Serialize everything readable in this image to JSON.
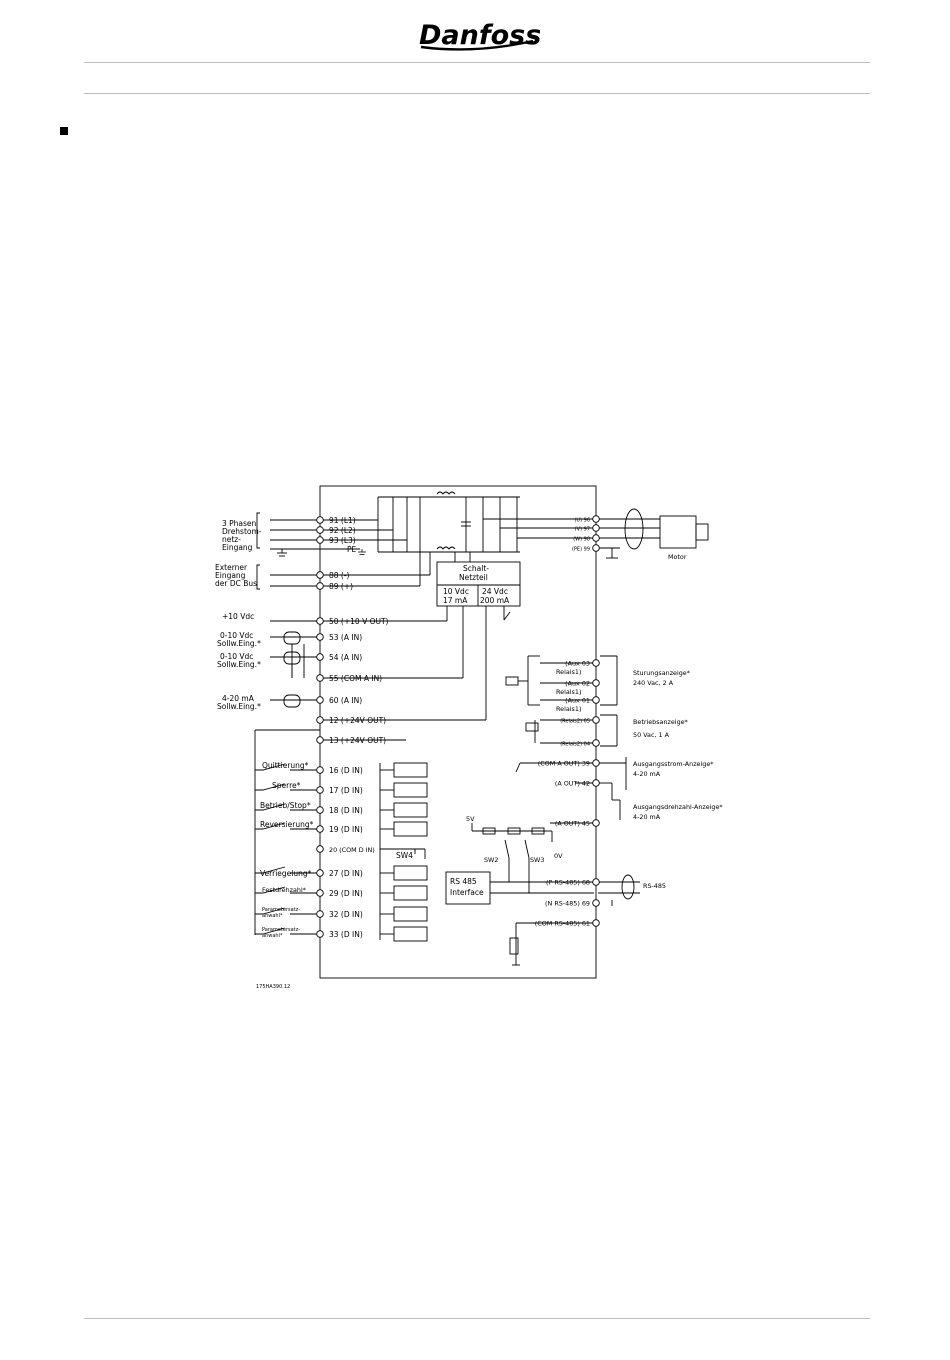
{
  "brand": {
    "logo_text": "Danfoss"
  },
  "diagram": {
    "mains_label": [
      "3 Phasen",
      "Drehstom-",
      "netz-",
      "Eingang"
    ],
    "dcbus_label": [
      "Externer",
      "Eingang",
      "der DC Bus"
    ],
    "supply_label": "+10 Vdc",
    "ain1_label": [
      "0-10 Vdc",
      "Sollw.Eing.*"
    ],
    "ain2_label": [
      "0-10 Vdc",
      "Sollw.Eing.*"
    ],
    "ain3_label": [
      "4-20 mA",
      "Sollw.Eing.*"
    ],
    "psu": {
      "title": [
        "Schalt-",
        "Netzteil"
      ],
      "left": [
        "10 Vdc",
        "17 mA"
      ],
      "right": [
        "24 Vdc",
        "200 mA"
      ]
    },
    "left_terminals": [
      {
        "num": "91",
        "func": "(L1)"
      },
      {
        "num": "92",
        "func": "(L2)"
      },
      {
        "num": "93",
        "func": "(L3)"
      },
      {
        "num": "PE",
        "func": ""
      },
      {
        "num": "88",
        "func": "(-)"
      },
      {
        "num": "89",
        "func": "(+)"
      },
      {
        "num": "50",
        "func": "(+10 V OUT)"
      },
      {
        "num": "53",
        "func": "(A IN)"
      },
      {
        "num": "54",
        "func": "(A IN)"
      },
      {
        "num": "55",
        "func": "(COM A IN)"
      },
      {
        "num": "60",
        "func": "(A IN)"
      },
      {
        "num": "12",
        "func": "(+24V OUT)"
      },
      {
        "num": "13",
        "func": "(+24V OUT)"
      },
      {
        "num": "16",
        "func": "(D IN)"
      },
      {
        "num": "17",
        "func": "(D IN)"
      },
      {
        "num": "18",
        "func": "(D IN)"
      },
      {
        "num": "19",
        "func": "(D IN)"
      },
      {
        "num": "20",
        "func": "(COM D IN)"
      },
      {
        "num": "27",
        "func": "(D IN)"
      },
      {
        "num": "29",
        "func": "(D IN)"
      },
      {
        "num": "32",
        "func": "(D IN)"
      },
      {
        "num": "33",
        "func": "(D IN)"
      }
    ],
    "digital_labels": [
      "Quittierung*",
      "Sperre*",
      "Betrieb/Stop*",
      "Reversierung*",
      "Verriegelung*",
      "Festdrehzahl*",
      "Parametersatz-",
      "anwahl*",
      "Parametersatz-",
      "anwahl*"
    ],
    "sw4": "SW4",
    "motor_terminals": [
      {
        "func": "(U)",
        "num": "96"
      },
      {
        "func": "(V)",
        "num": "97"
      },
      {
        "func": "(W)",
        "num": "98"
      },
      {
        "func": "(PE)",
        "num": "99"
      }
    ],
    "motor_label": "Motor",
    "relay1_terminals": [
      {
        "func": "(Aux",
        "num": "03",
        "sub": "Relais1)"
      },
      {
        "func": "(Aux",
        "num": "02",
        "sub": "Relais1)"
      },
      {
        "func": "(Aux",
        "num": "01",
        "sub": "Relais1)"
      }
    ],
    "relay1_label": [
      "Sturungsanzeige*",
      "240 Vac, 2 A"
    ],
    "relay2_terminals": [
      {
        "func": "(Relais2)",
        "num": "05"
      },
      {
        "func": "(Relais2)",
        "num": "04"
      }
    ],
    "relay2_label": [
      "Betriebsanzeige*",
      "50 Vac, 1 A"
    ],
    "aout_terminals": [
      {
        "func": "(COM A OUT)",
        "num": "39"
      },
      {
        "func": "(A OUT)",
        "num": "42"
      },
      {
        "func": "(A OUT)",
        "num": "45"
      }
    ],
    "aout1_label": [
      "Ausgangsstrom-Anzeige*",
      "4-20 mA"
    ],
    "aout2_label": [
      "Ausgangsdrehzahl-Anzeige*",
      "4-20 mA"
    ],
    "rs485_box": [
      "RS 485",
      "Interface"
    ],
    "rs485_terminals": [
      {
        "func": "(P RS-485)",
        "num": "68"
      },
      {
        "func": "(N RS-485)",
        "num": "69"
      },
      {
        "func": "(COM RS-485)",
        "num": "61"
      }
    ],
    "rs485_label": "RS-485",
    "sw2": "SW2",
    "sw3": "SW3",
    "v5": "5V",
    "v0": "0V",
    "code": "175HA390.12"
  }
}
